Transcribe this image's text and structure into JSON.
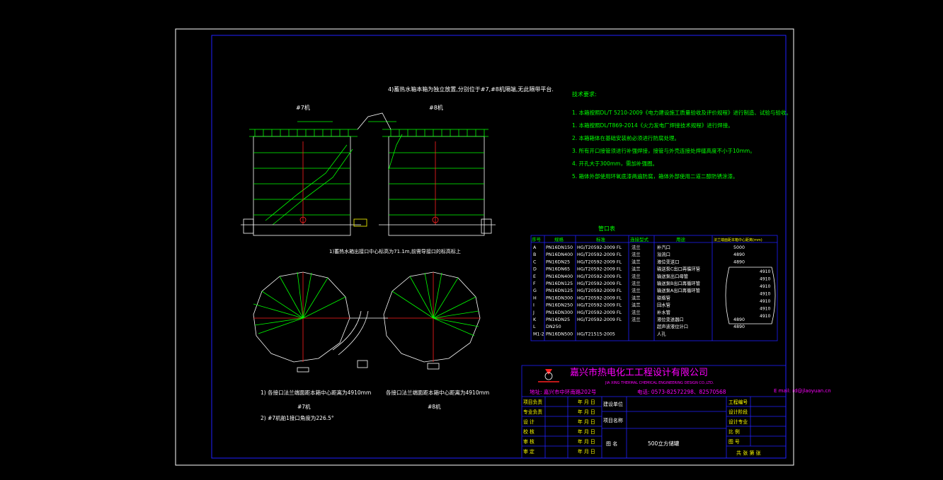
{
  "colors": {
    "background": "#000000",
    "frame_outer": "#ffffff",
    "frame_inner": "#2020ff",
    "drawing": "#ffffff",
    "green": "#00ff00",
    "red": "#ff2020",
    "yellow": "#ffff00",
    "magenta": "#ff00ff",
    "cyan": "#00ffff"
  },
  "labels": {
    "note_top": "4)蓄热水箱本箱为独立放置,分别位于#7,#8机隔端,无此隔带平台.",
    "tank7": "#7机",
    "tank8": "#8机",
    "note_mid": "1)蓄热水箱出接口中心标高为71.1m,前需导接口的标高标上",
    "note_left1": "1) 各接口法兰端面距本箱中心距离为4910mm",
    "note_left2": "2) #7机舶1接口角度为226.5°",
    "note_right": "各接口法兰端面距本箱中心距离为4910mm",
    "tank7_bottom": "#7机",
    "tank8_bottom": "#8机"
  },
  "tech": {
    "title": "技术要求:",
    "items": [
      "1. 本箱按照DL/T 5210-2009《电力建设施工质量验收及评价规程》进行制造、试验与验收。",
      "1. 本箱按照DL/T869-2014《火力发电厂焊接技术规程》进行焊接。",
      "2. 本箱箱体在基础安装前必须进行防腐处理。",
      "3. 所有开口接管须进行补强焊接，接管与外壳连接处焊缝高度不小于10mm。",
      "4. 开孔大于300mm，需加补强圈。",
      "5. 箱体外部使用环氧底漆两遍防腐，箱体外部使用二道二醇防锈涂漆。"
    ]
  },
  "nozzle_table": {
    "title": "管口表",
    "headers": [
      "序号",
      "规格",
      "标准",
      "连接型式",
      "用途",
      "法兰端面距本箱中心距离(mm)"
    ],
    "rows": [
      [
        "A",
        "PN16DN150",
        "HG/T20592-2009 FL",
        "法兰",
        "补汽口",
        "5000"
      ],
      [
        "B",
        "PN16DN400",
        "HG/T20592-2009 FL",
        "法兰",
        "溢流口",
        "4890"
      ],
      [
        "C",
        "PN16DN25",
        "HG/T20592-2009 FL",
        "法兰",
        "液位变送口",
        "4890"
      ],
      [
        "D",
        "PN16DN65",
        "HG/T20592-2009 FL",
        "法兰",
        "输送泵C出口再循环管",
        ""
      ],
      [
        "E",
        "PN16DN400",
        "HG/T20592-2009 FL",
        "法兰",
        "输送泵出口母管",
        ""
      ],
      [
        "F",
        "PN16DN125",
        "HG/T20592-2009 FL",
        "法兰",
        "输送泵B出口再循环管",
        ""
      ],
      [
        "G",
        "PN16DN125",
        "HG/T20592-2009 FL",
        "法兰",
        "输送泵A出口再循环管",
        ""
      ],
      [
        "H",
        "PN16DN300",
        "HG/T20592-2009 FL",
        "法兰",
        "联络管",
        ""
      ],
      [
        "I",
        "PN16DN250",
        "HG/T20592-2009 FL",
        "法兰",
        "回水管",
        ""
      ],
      [
        "J",
        "PN16DN300",
        "HG/T20592-2009 FL",
        "法兰",
        "补水管",
        ""
      ],
      [
        "K",
        "PN16DN25",
        "HG/T20592-2009 FL",
        "法兰",
        "液位变送器口",
        "4890"
      ],
      [
        "L",
        "DN250",
        "",
        "",
        "超声波液位计口",
        "4890"
      ],
      [
        "M1-2",
        "PN16DN500",
        "HG/T21515-2005",
        "",
        "人孔",
        ""
      ]
    ],
    "side_values": [
      "4910",
      "4910",
      "4910",
      "4910",
      "4910",
      "4910",
      "4910"
    ]
  },
  "title_block": {
    "company": "嘉兴市热电化工工程设计有限公司",
    "company_en": "JIA XING THERMAL CHEMICAL ENGINEERING DESIGN CO.,LTD.",
    "address": "地址: 嘉兴市中环南路202号",
    "phone": "电话: 0573-82572298、82570568",
    "email": "E mail: rd@jlaoyuan.cn",
    "left_labels": [
      "项目负责",
      "专业负责",
      "设    计",
      "校    核",
      "审    核",
      "审    定"
    ],
    "date_label": "年 月 日",
    "build_unit": "建设单位",
    "project_name": "项目名称",
    "figure_name_label": "图 名",
    "figure_name": "500立方储罐",
    "right_labels": [
      "工程编号",
      "设计阶段",
      "设计专业",
      "比    例",
      "图    号"
    ],
    "sheet": "共   张  第   张"
  }
}
